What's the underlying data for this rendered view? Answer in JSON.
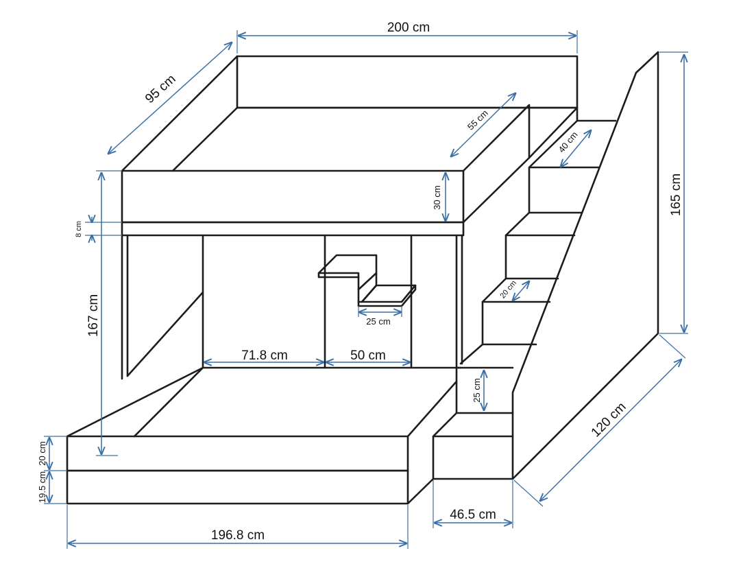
{
  "accent_color": "#3a6ea5",
  "line_color": "#1c1c1c",
  "dimensions": {
    "total_width": "200 cm",
    "depth_top": "95 cm",
    "rail_depth": "55 cm",
    "stair_depth": "40 cm",
    "height_right": "165 cm",
    "rail_height": "30 cm",
    "gap_height": "8 cm",
    "height_left": "167 cm",
    "inner_width": "71.8 cm",
    "shelf_section": "50 cm",
    "shelf_width": "25 cm",
    "step_depth": "20 cm",
    "step_height": "25 cm",
    "lower_rail": "20 cm",
    "base_height": "19.5 cm",
    "total_length": "120 cm",
    "stair_width": "46.5 cm",
    "bottom_width": "196.8 cm"
  }
}
